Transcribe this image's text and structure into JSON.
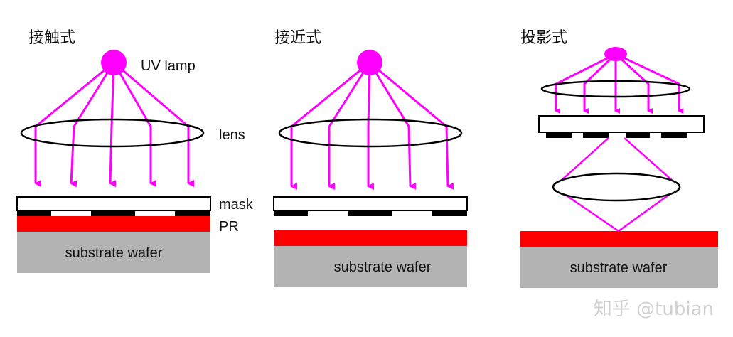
{
  "colors": {
    "beam": "#ff00ff",
    "lamp": "#ff00ff",
    "resist": "#ff0000",
    "substrate": "#b3b3b3",
    "mask_pattern": "#000000",
    "outline": "#000000",
    "watermark": "#cfcfcf"
  },
  "panels": [
    {
      "title": "接触式",
      "wafer_label": "substrate wafer"
    },
    {
      "title": "接近式",
      "wafer_label": "substrate wafer"
    },
    {
      "title": "投影式",
      "wafer_label": "substrate wafer"
    }
  ],
  "labels": {
    "uv_lamp": "UV lamp",
    "lens": "lens",
    "mask": "mask",
    "pr": "PR"
  },
  "watermark": "知乎 @tubian"
}
